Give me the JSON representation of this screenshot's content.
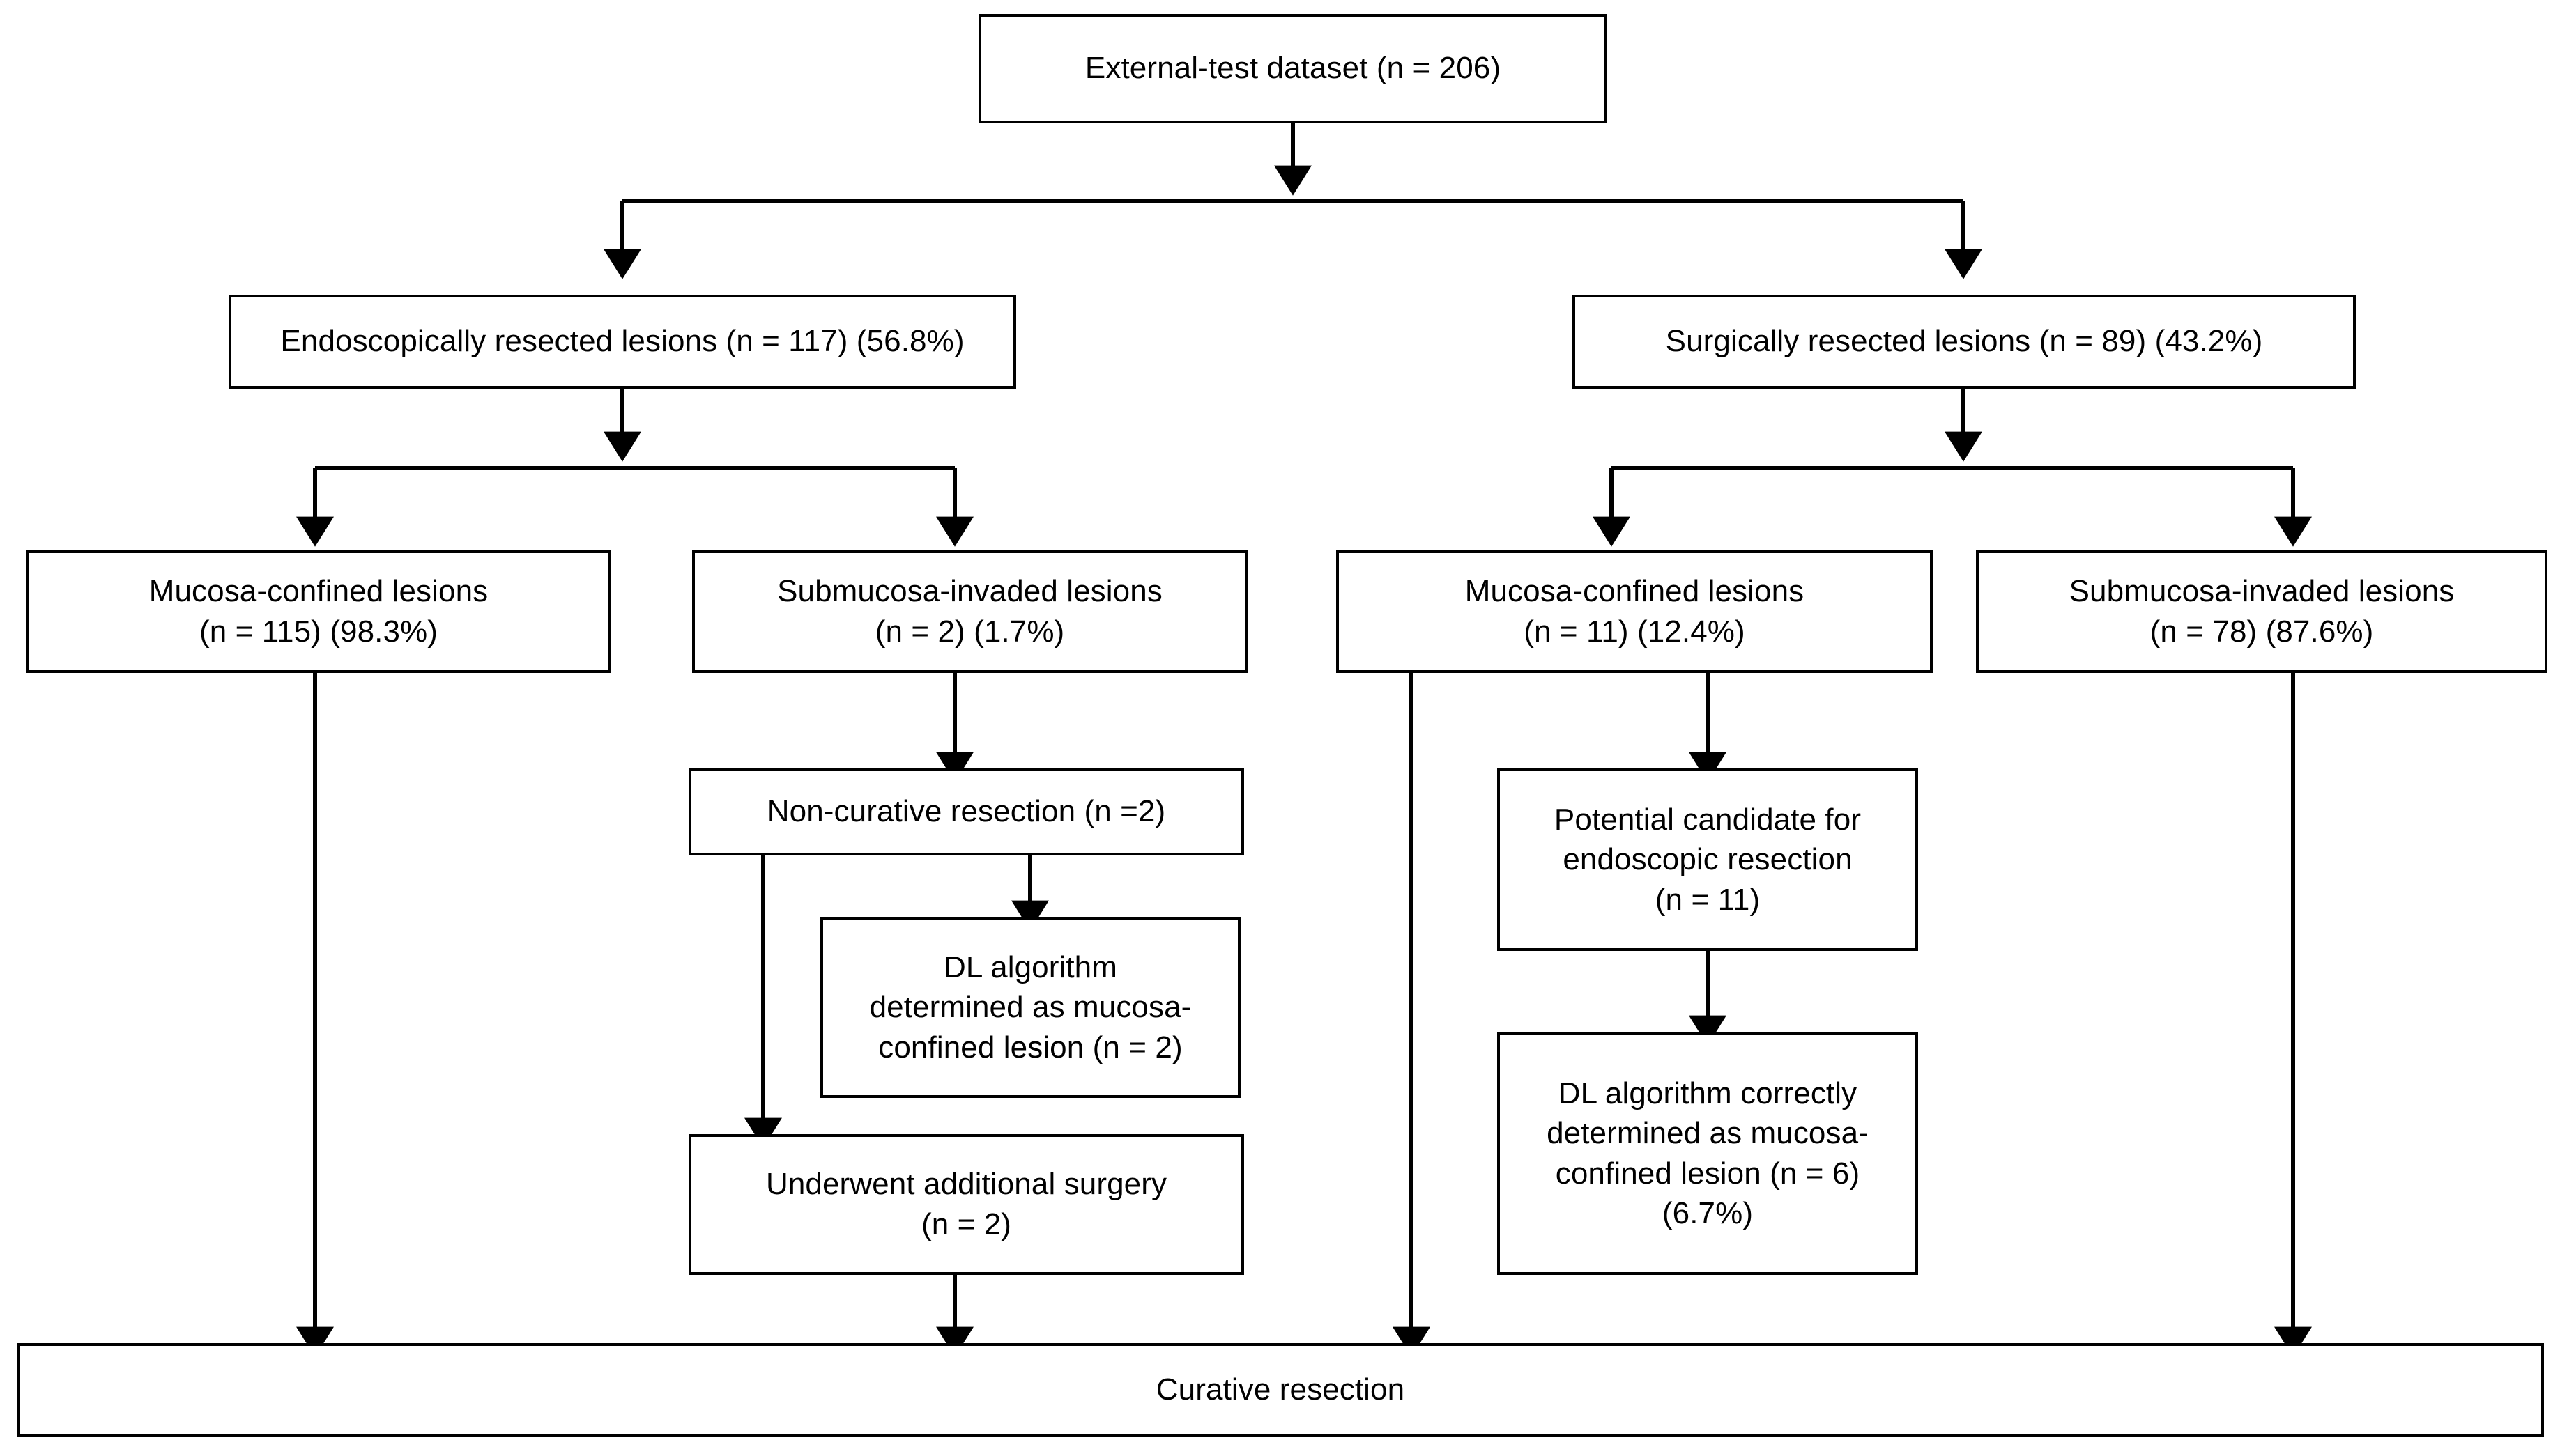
{
  "diagram": {
    "title": "External-test dataset flow diagram",
    "type": "flowchart",
    "stroke_color": "#000000",
    "background_color": "#ffffff",
    "nodes": {
      "root": {
        "label": "External-test dataset (n = 206)"
      },
      "endoscopic": {
        "label": "Endoscopically resected lesions (n = 117) (56.8%)"
      },
      "surgical": {
        "label": "Surgically resected lesions (n = 89) (43.2%)"
      },
      "endo_mucosa": {
        "label": "Mucosa-confined lesions\n(n = 115) (98.3%)"
      },
      "endo_submucosa": {
        "label": "Submucosa-invaded lesions\n(n = 2) (1.7%)"
      },
      "surg_mucosa": {
        "label": "Mucosa-confined lesions\n(n = 11) (12.4%)"
      },
      "surg_submucosa": {
        "label": "Submucosa-invaded lesions\n(n = 78) (87.6%)"
      },
      "noncurative": {
        "label": "Non-curative resection (n =2)"
      },
      "dl_left": {
        "label": "DL algorithm\ndetermined as mucosa-\nconfined lesion  (n = 2)"
      },
      "additional_surgery": {
        "label": "Underwent additional surgery\n(n = 2)"
      },
      "potential_candidate": {
        "label": "Potential candidate for\nendoscopic resection\n(n = 11)"
      },
      "dl_right": {
        "label": "DL algorithm correctly\ndetermined as mucosa-\nconfined lesion  (n = 6)\n(6.7%)"
      },
      "curative": {
        "label": "Curative resection"
      }
    }
  },
  "chart_data": {
    "type": "flowchart",
    "title": "External-test dataset (n = 206)",
    "total_n": 206,
    "branches": [
      {
        "name": "Endoscopically resected lesions",
        "n": 117,
        "percent": 56.8,
        "children": [
          {
            "name": "Mucosa-confined lesions",
            "n": 115,
            "percent": 98.3,
            "outcome": "Curative resection"
          },
          {
            "name": "Submucosa-invaded lesions",
            "n": 2,
            "percent": 1.7,
            "children": [
              {
                "name": "Non-curative resection",
                "n": 2,
                "children": [
                  {
                    "name": "DL algorithm determined as mucosa-confined lesion",
                    "n": 2
                  },
                  {
                    "name": "Underwent additional surgery",
                    "n": 2,
                    "outcome": "Curative resection"
                  }
                ]
              }
            ]
          }
        ]
      },
      {
        "name": "Surgically resected lesions",
        "n": 89,
        "percent": 43.2,
        "children": [
          {
            "name": "Mucosa-confined lesions",
            "n": 11,
            "percent": 12.4,
            "outcome": "Curative resection",
            "children": [
              {
                "name": "Potential candidate for endoscopic resection",
                "n": 11,
                "children": [
                  {
                    "name": "DL algorithm correctly determined as mucosa-confined lesion",
                    "n": 6,
                    "percent": 6.7
                  }
                ]
              }
            ]
          },
          {
            "name": "Submucosa-invaded lesions",
            "n": 78,
            "percent": 87.6,
            "outcome": "Curative resection"
          }
        ]
      }
    ]
  }
}
